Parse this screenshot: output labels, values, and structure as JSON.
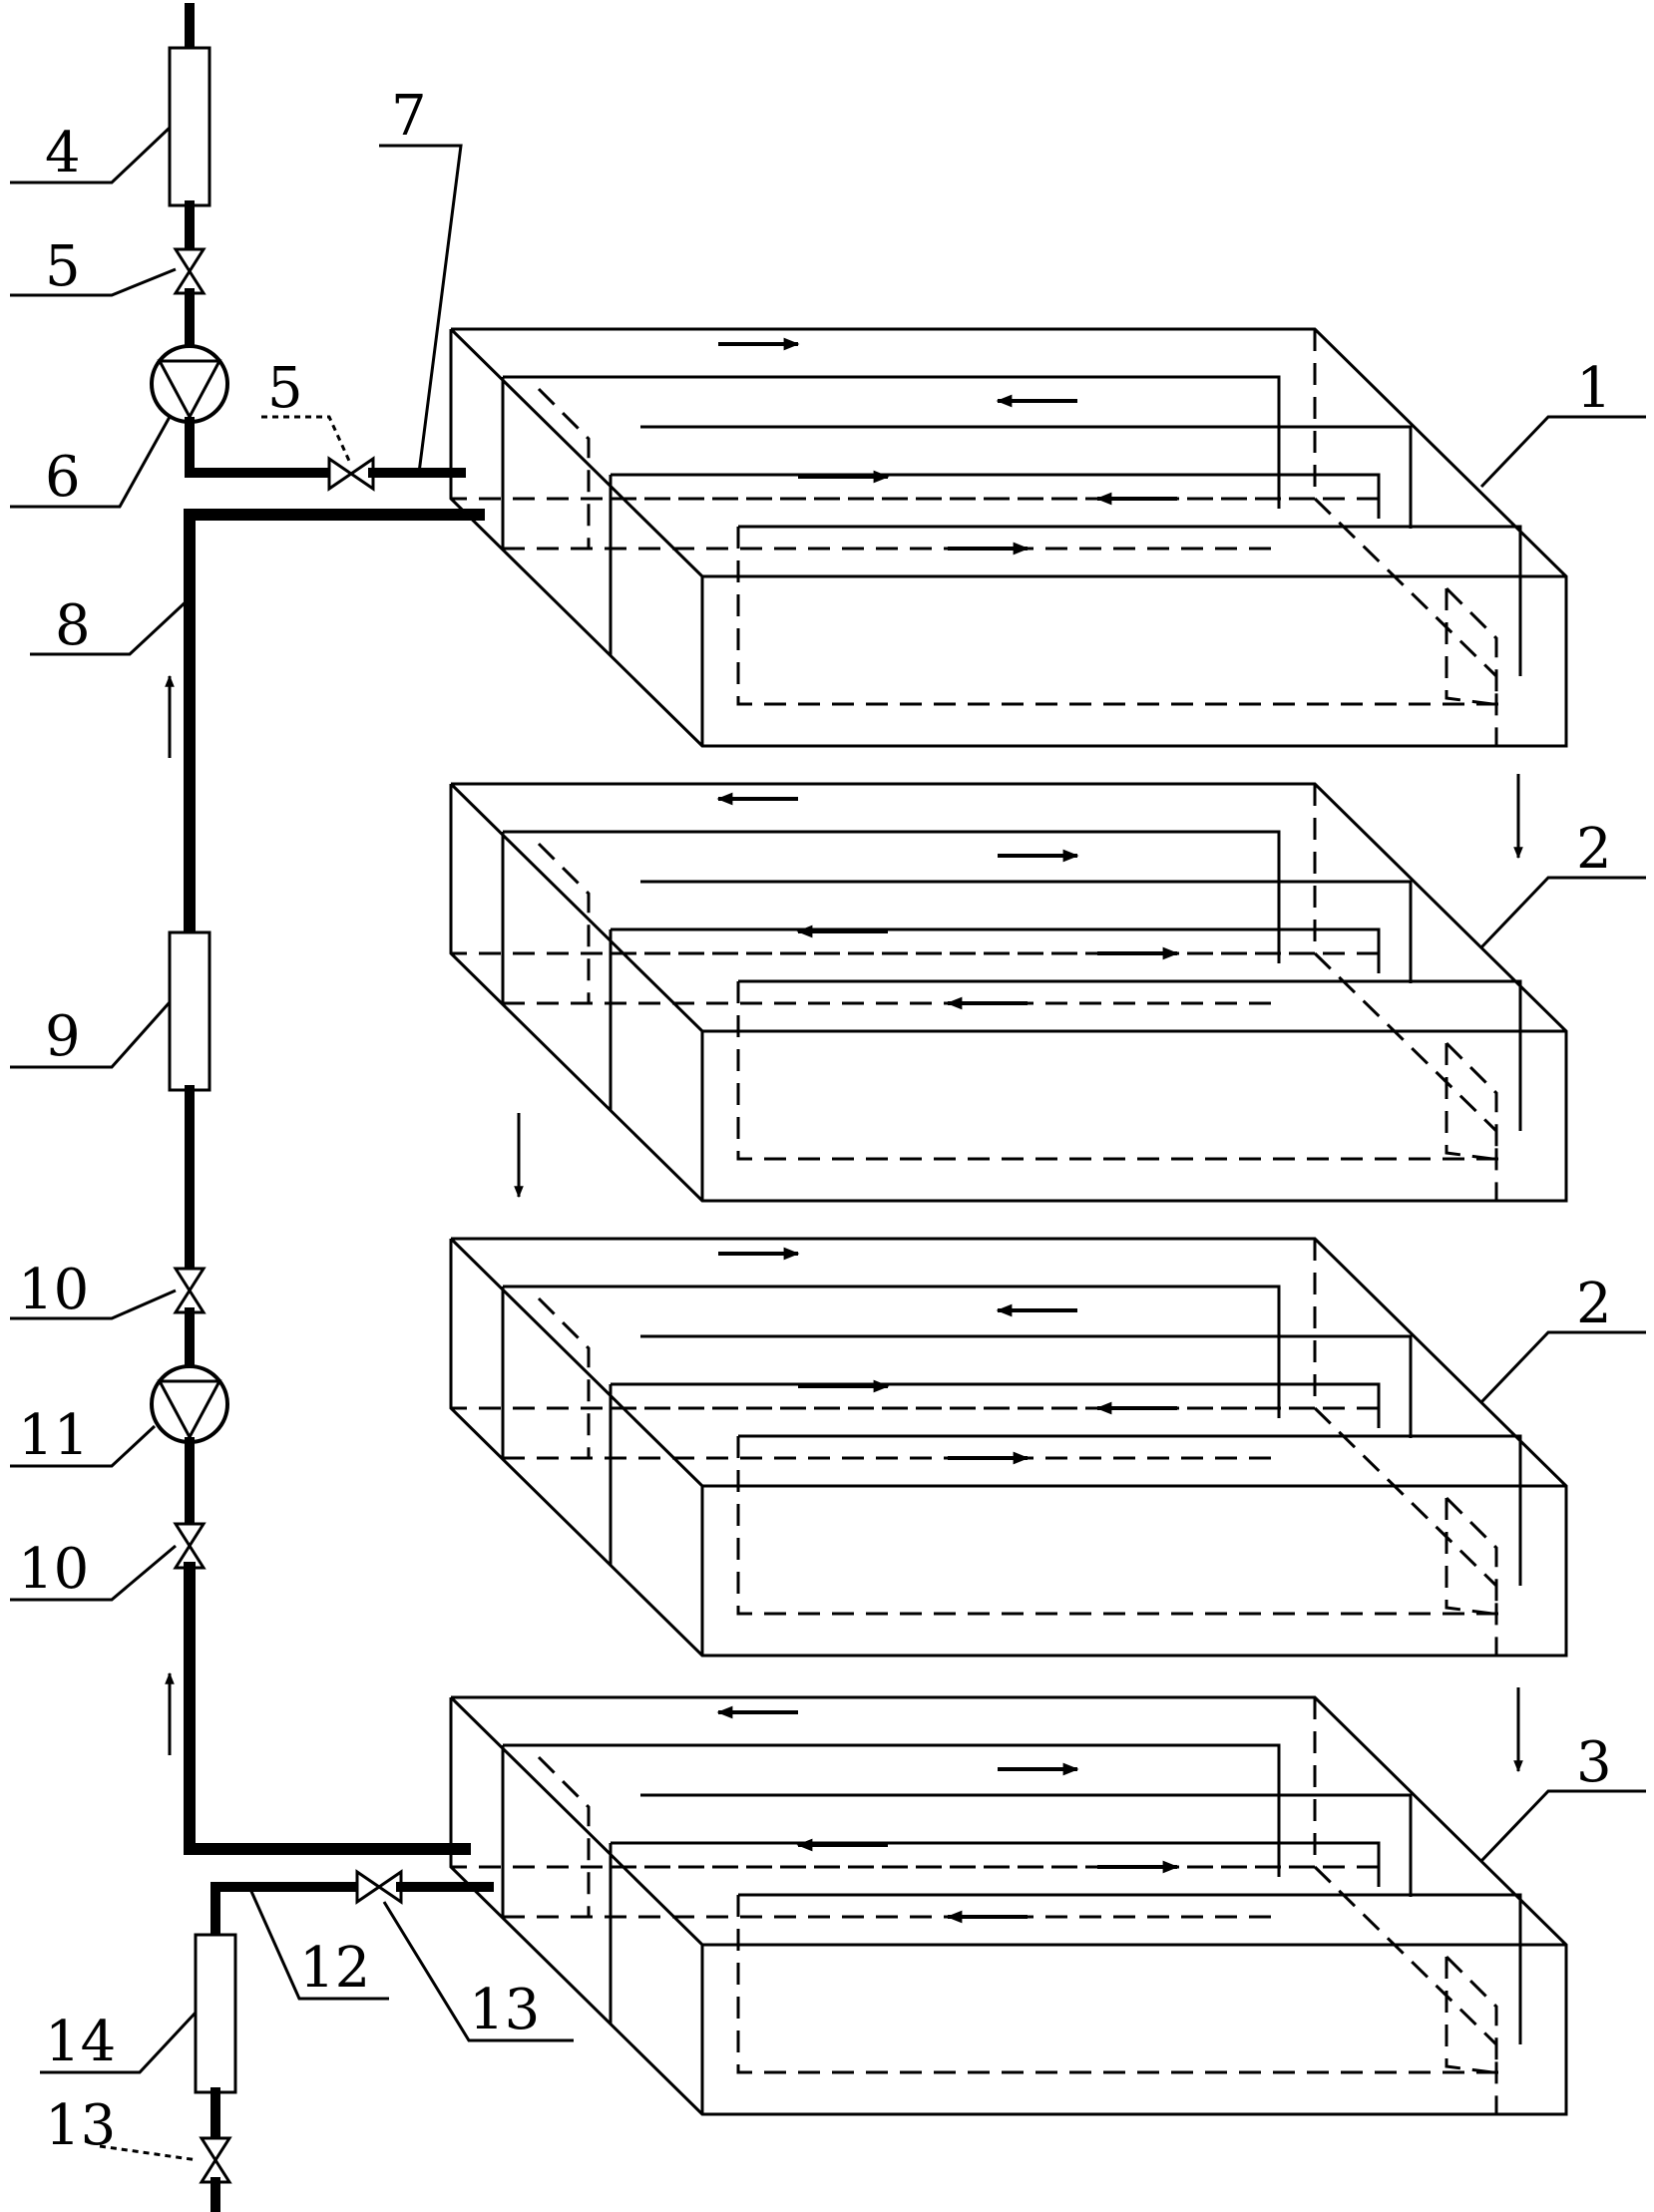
{
  "labels": {
    "l1": "1",
    "l2a": "2",
    "l2b": "2",
    "l3": "3",
    "l4": "4",
    "l5a": "5",
    "l5b": "5",
    "l6": "6",
    "l7": "7",
    "l8": "8",
    "l9": "9",
    "l10a": "10",
    "l10b": "10",
    "l11": "11",
    "l12": "12",
    "l13a": "13",
    "l13b": "13",
    "l14": "14"
  },
  "tanks": [
    {
      "label_ref": "1",
      "top_arrows": [
        "right",
        "left",
        "right",
        "left",
        "right"
      ]
    },
    {
      "label_ref": "2",
      "top_arrows": [
        "left",
        "right",
        "left",
        "right",
        "left"
      ]
    },
    {
      "label_ref": "2",
      "top_arrows": [
        "right",
        "left",
        "right",
        "left",
        "right"
      ]
    },
    {
      "label_ref": "3",
      "top_arrows": [
        "left",
        "right",
        "left",
        "right",
        "left"
      ]
    }
  ]
}
